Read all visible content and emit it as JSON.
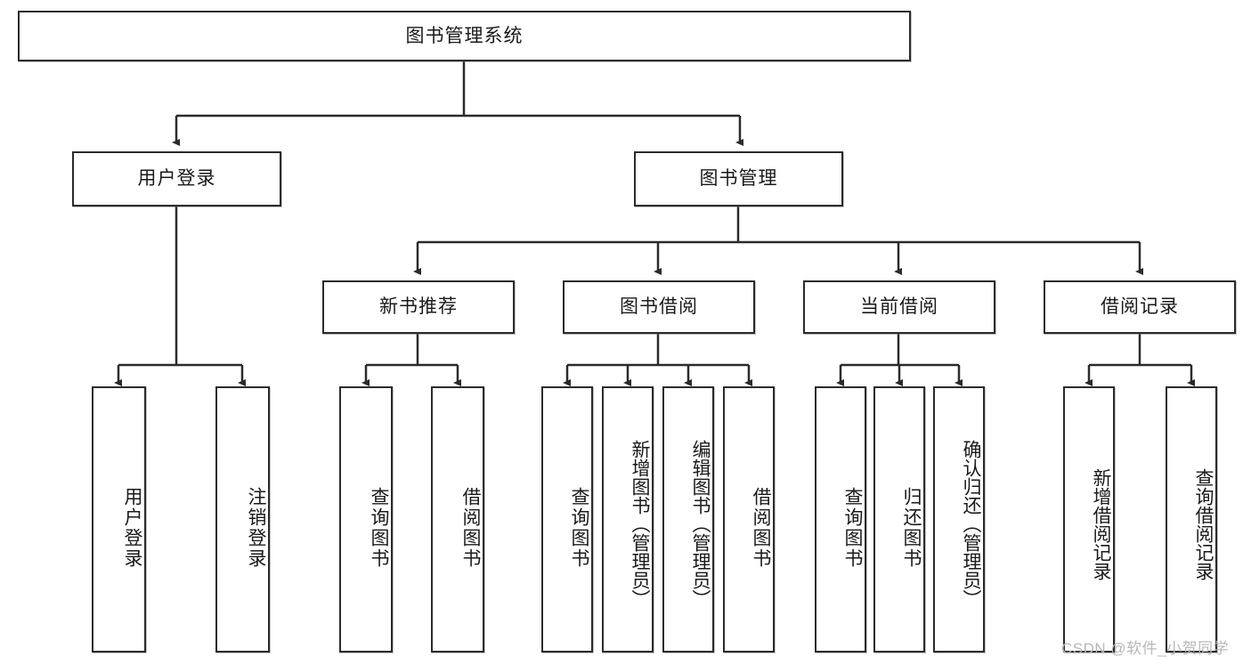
{
  "diagram": {
    "title": "图书管理系统",
    "type": "hierarchy-tree",
    "orientation": "top-down",
    "levels": 4,
    "colors": {
      "box_border": "#2b2b2b",
      "box_fill": "#ffffff",
      "connector": "#2b2b2b",
      "text": "#1a1a1a",
      "watermark": "#b8b8b8"
    }
  },
  "root": {
    "label": "图书管理系统"
  },
  "level2": [
    {
      "id": "user-login",
      "label": "用户登录"
    },
    {
      "id": "book-management",
      "label": "图书管理"
    }
  ],
  "level3": [
    {
      "id": "new-book-recommend",
      "label": "新书推荐"
    },
    {
      "id": "book-borrow",
      "label": "图书借阅"
    },
    {
      "id": "current-borrow",
      "label": "当前借阅"
    },
    {
      "id": "borrow-record",
      "label": "借阅记录"
    }
  ],
  "leaves": {
    "user_login": [
      {
        "id": "leaf-user-login",
        "label": "用户登录"
      },
      {
        "id": "leaf-logout-login",
        "label": "注销登录"
      }
    ],
    "new_book_recommend": [
      {
        "id": "leaf-query-book-1",
        "label": "查询图书"
      },
      {
        "id": "leaf-borrow-book-1",
        "label": "借阅图书"
      }
    ],
    "book_borrow": [
      {
        "id": "leaf-query-book-2",
        "label": "查询图书"
      },
      {
        "id": "leaf-add-book",
        "label": "新增图书（管理员）"
      },
      {
        "id": "leaf-edit-book",
        "label": "编辑图书（管理员）"
      },
      {
        "id": "leaf-borrow-book-2",
        "label": "借阅图书"
      }
    ],
    "current_borrow": [
      {
        "id": "leaf-query-book-3",
        "label": "查询图书"
      },
      {
        "id": "leaf-return-book",
        "label": "归还图书"
      },
      {
        "id": "leaf-confirm-return",
        "label": "确认归还（管理员）"
      }
    ],
    "borrow_record": [
      {
        "id": "leaf-add-borrow-record",
        "label": "新增借阅记录"
      },
      {
        "id": "leaf-query-borrow-record",
        "label": "查询借阅记录"
      }
    ]
  },
  "watermark": {
    "text": "CSDN @软件_小贺同学"
  }
}
